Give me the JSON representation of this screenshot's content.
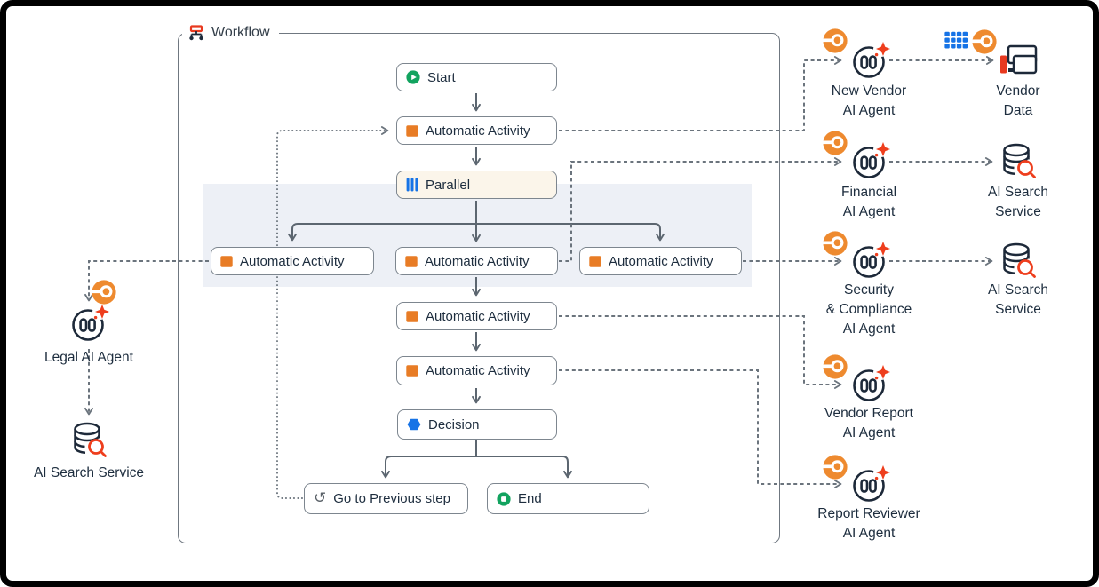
{
  "window": {
    "title": "Workflow"
  },
  "nodes": {
    "start": "Start",
    "auto_top": "Automatic Activity",
    "parallel": "Parallel",
    "auto_left": "Automatic Activity",
    "auto_mid": "Automatic Activity",
    "auto_right": "Automatic Activity",
    "auto_4": "Automatic Activity",
    "auto_5": "Automatic Activity",
    "decision": "Decision",
    "goto_previous": "Go to Previous step",
    "end": "End"
  },
  "agents": {
    "right": [
      {
        "name": "new-vendor",
        "lines": [
          "New Vendor",
          "AI Agent"
        ]
      },
      {
        "name": "financial",
        "lines": [
          "Financial",
          "AI Agent"
        ]
      },
      {
        "name": "security",
        "lines": [
          "Security",
          "& Compliance",
          "AI Agent"
        ]
      },
      {
        "name": "vendor-report",
        "lines": [
          "Vendor Report",
          "AI Agent"
        ]
      },
      {
        "name": "report-reviewer",
        "lines": [
          "Report Reviewer",
          "AI Agent"
        ]
      }
    ],
    "left": [
      {
        "name": "legal",
        "lines": [
          "Legal AI Agent"
        ]
      }
    ]
  },
  "services": [
    {
      "name": "vendor-data",
      "lines": [
        "Vendor",
        "Data"
      ]
    },
    {
      "name": "ai-search-1",
      "lines": [
        "AI Search",
        "Service"
      ]
    },
    {
      "name": "ai-search-2",
      "lines": [
        "AI Search",
        "Service"
      ]
    },
    {
      "name": "ai-search-left",
      "lines": [
        "AI Search Service"
      ]
    }
  ],
  "icons": {
    "workflow": "sitemap-icon",
    "start": "play-icon",
    "activity": "orange-square-icon",
    "parallel": "parallel-bars-icon",
    "decision": "hexagon-icon",
    "goto_glyph": "↺",
    "end": "stop-icon",
    "agent": "ai-agent-icon",
    "badge": "automation-badge-icon",
    "search": "database-search-icon",
    "vendor_data": "screens-icon",
    "grid": "table-grid-icon"
  },
  "colors": {
    "accent_orange": "#E87C25",
    "badge_orange": "#EE8A2F",
    "green": "#12A35F",
    "blue": "#1673E6",
    "red": "#EE3E1D",
    "icon_dark": "#1D2939",
    "node_border": "#7D868F",
    "connector_solid": "#5C6670",
    "connector_dashed": "#6B747D",
    "lane_background": "#EDF0F6",
    "parallel_fill": "#FBF5EA"
  }
}
